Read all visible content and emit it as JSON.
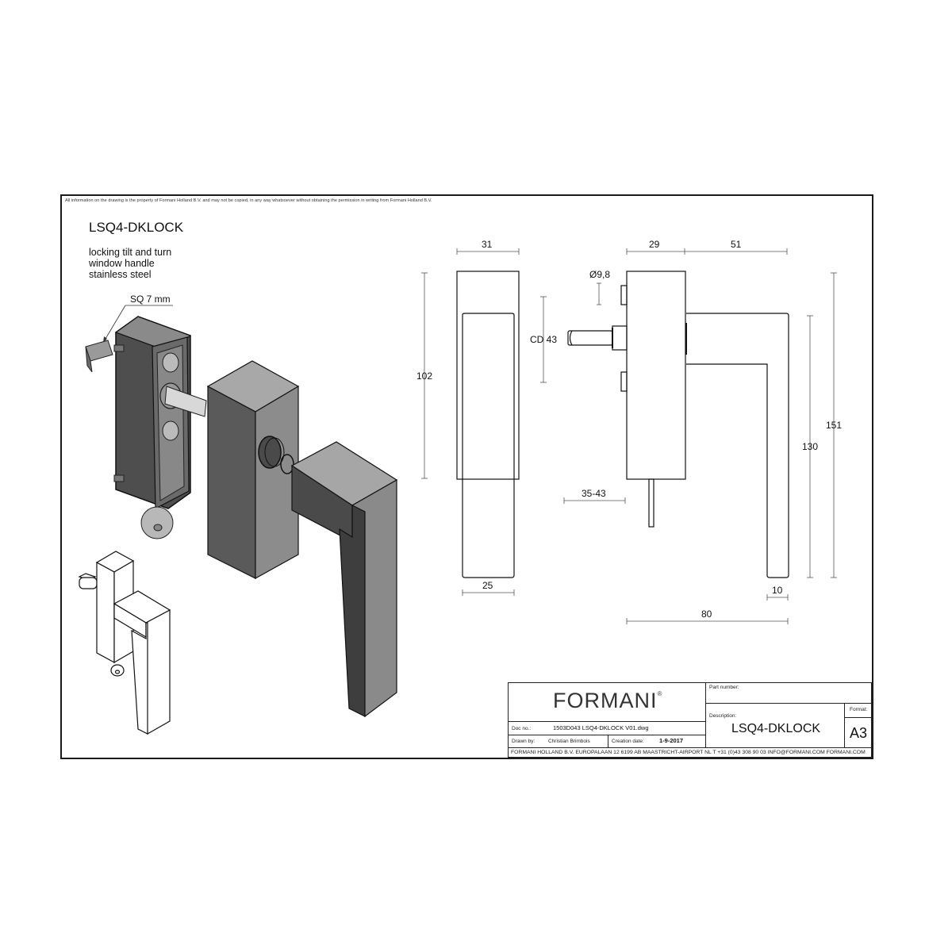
{
  "sheet": {
    "disclaimer": "All information on the drawing is the property of Formani Holland B.V. and may not be copied, in any way whatsoever without obtaining the permission in writing from Formani Holland B.V.",
    "title": "LSQ4-DKLOCK",
    "subtitle_lines": [
      "locking tilt and turn",
      "window handle",
      "stainless steel"
    ],
    "callout_sq": "SQ 7 mm"
  },
  "views": {
    "side_view": {
      "dims": {
        "top_width": "31",
        "height": "102",
        "bottom_width": "25"
      }
    },
    "front_view": {
      "dims": {
        "rose_depth": "29",
        "lever_projection": "51",
        "cylinder_dia": "Ø9,8",
        "center_distance": "CD 43",
        "spindle_range": "35-43",
        "lever_height": "130",
        "overall_height": "151",
        "lever_width": "10",
        "overall_length": "80"
      }
    }
  },
  "title_block": {
    "brand": "FORMANI",
    "brand_mark": "®",
    "part_number_label": "Part number:",
    "part_number_value": "",
    "description_label": "Description:",
    "description_value": "LSQ4-DKLOCK",
    "format_label": "Format:",
    "format_value": "A3",
    "doc_no_label": "Doc no.:",
    "doc_no_value": "1503D043 LSQ4-DKLOCK V01.dwg",
    "drawn_by_label": "Drawn by:",
    "drawn_by_value": "Christian Brimbois",
    "creation_date_label": "Creation date:",
    "creation_date_value": "1-9-2017",
    "footer": "FORMANI HOLLAND B.V.  EUROPALAAN 12  6199 AB MAASTRICHT-AIRPORT NL  T +31 (0)43 308 90 03 INFO@FORMANI.COM FORMANI.COM"
  },
  "colors": {
    "ink": "#1a1a1a",
    "dim_line": "#555555",
    "iso_dark": "#4a4a4a",
    "iso_mid": "#7a7a7a",
    "iso_light": "#a6a6a6"
  }
}
